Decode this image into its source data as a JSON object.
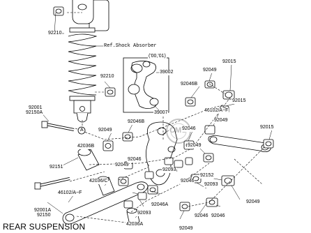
{
  "diagram": {
    "title": "REAR SUSPENSION",
    "ref_label": "Ref.Shock Absorber",
    "year_note": "('00,'01)",
    "watermark": "CMS",
    "callout_A": "A",
    "part_numbers": {
      "p1": "92210",
      "p2": "92210",
      "p3": "39002",
      "p4": "39007",
      "p5": "92001",
      "p6": "92150A",
      "p7": "92049",
      "p8": "92015",
      "p9": "92046B",
      "p10": "92015",
      "p11": "46102/A~F",
      "p12": "92049",
      "p13": "92046B",
      "p14": "92049",
      "p15": "92046",
      "p16": "92015",
      "p17": "42036B",
      "p18": "92049",
      "p19": "92046",
      "p20": "92151",
      "p21": "92049",
      "p22": "92093",
      "p23": "42036/C",
      "p24": "92046",
      "p25": "92152",
      "p26": "92093",
      "p27": "46102/A~F",
      "p28": "92046A",
      "p29": "92093",
      "p30": "92046",
      "p31": "92049",
      "p32": "92001A",
      "p33": "92150",
      "p34": "42036A",
      "p35": "92049",
      "p36": "92046"
    }
  }
}
